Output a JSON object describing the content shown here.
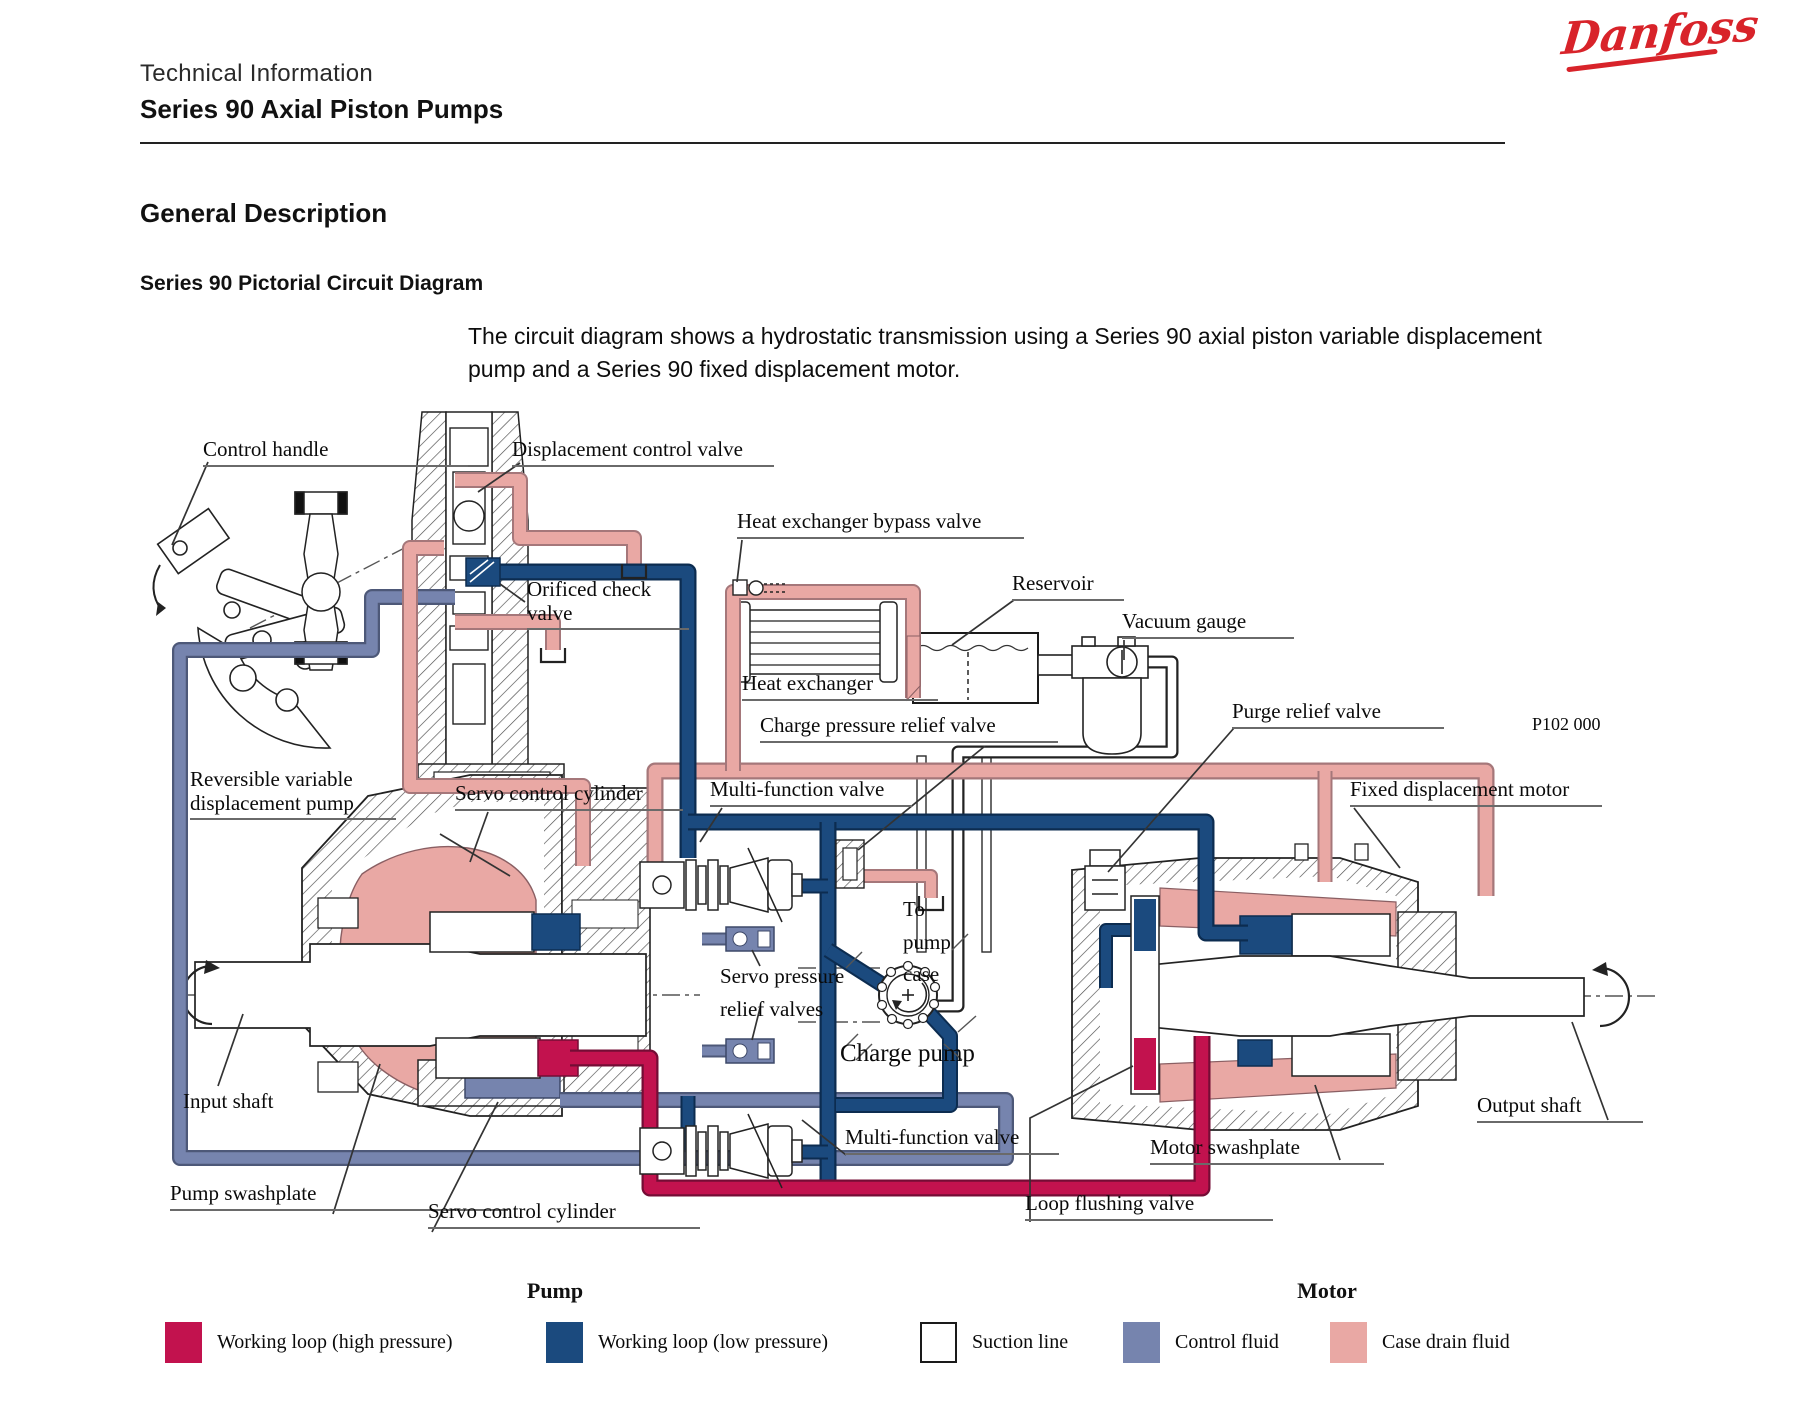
{
  "header": {
    "logo_text": "Danfoss",
    "doc_type": "Technical Information",
    "doc_title": "Series 90 Axial Piston Pumps"
  },
  "content": {
    "section_heading": "General Description",
    "figure_heading": "Series 90 Pictorial Circuit Diagram",
    "intro_line1": "The circuit diagram shows a hydrostatic transmission using a Series 90 axial piston variable displacement",
    "intro_line2": "pump and a Series 90 fixed displacement motor."
  },
  "figure": {
    "ref_code": "P102 000",
    "labels": {
      "control_handle": "Control handle",
      "displacement_control_valve": "Displacement control valve",
      "heat_exchanger_bypass_valve": "Heat exchanger bypass valve",
      "reservoir": "Reservoir",
      "vacuum_gauge": "Vacuum gauge",
      "orificed_check_valve": "Orificed check valve",
      "heat_exchanger": "Heat exchanger",
      "charge_pressure_relief_valve": "Charge pressure relief valve",
      "purge_relief_valve": "Purge relief valve",
      "reversible_variable_displacement_pump": "Reversible variable displacement pump",
      "servo_control_cylinder_top": "Servo control cylinder",
      "multi_function_valve_top": "Multi-function valve",
      "fixed_displacement_motor": "Fixed displacement motor",
      "to_pump_case": "To pump case",
      "servo_pressure_relief_valves": "Servo pressure relief valves",
      "charge_pump": "Charge pump",
      "input_shaft": "Input shaft",
      "pump_swashplate": "Pump swashplate",
      "servo_control_cylinder_bottom": "Servo control cylinder",
      "multi_function_valve_bottom": "Multi-function valve",
      "loop_flushing_valve": "Loop flushing valve",
      "motor_swashplate": "Motor swashplate",
      "output_shaft": "Output shaft"
    },
    "captions": {
      "pump": "Pump",
      "motor": "Motor"
    }
  },
  "legend": {
    "items": [
      {
        "label": "Working loop (high pressure)",
        "color": "#C2124E"
      },
      {
        "label": "Working loop (low pressure)",
        "color": "#1B4A7E"
      },
      {
        "label": "Suction line",
        "color": "#FFFFFF"
      },
      {
        "label": "Control fluid",
        "color": "#7684AE"
      },
      {
        "label": "Case drain fluid",
        "color": "#E9A8A4"
      }
    ]
  }
}
